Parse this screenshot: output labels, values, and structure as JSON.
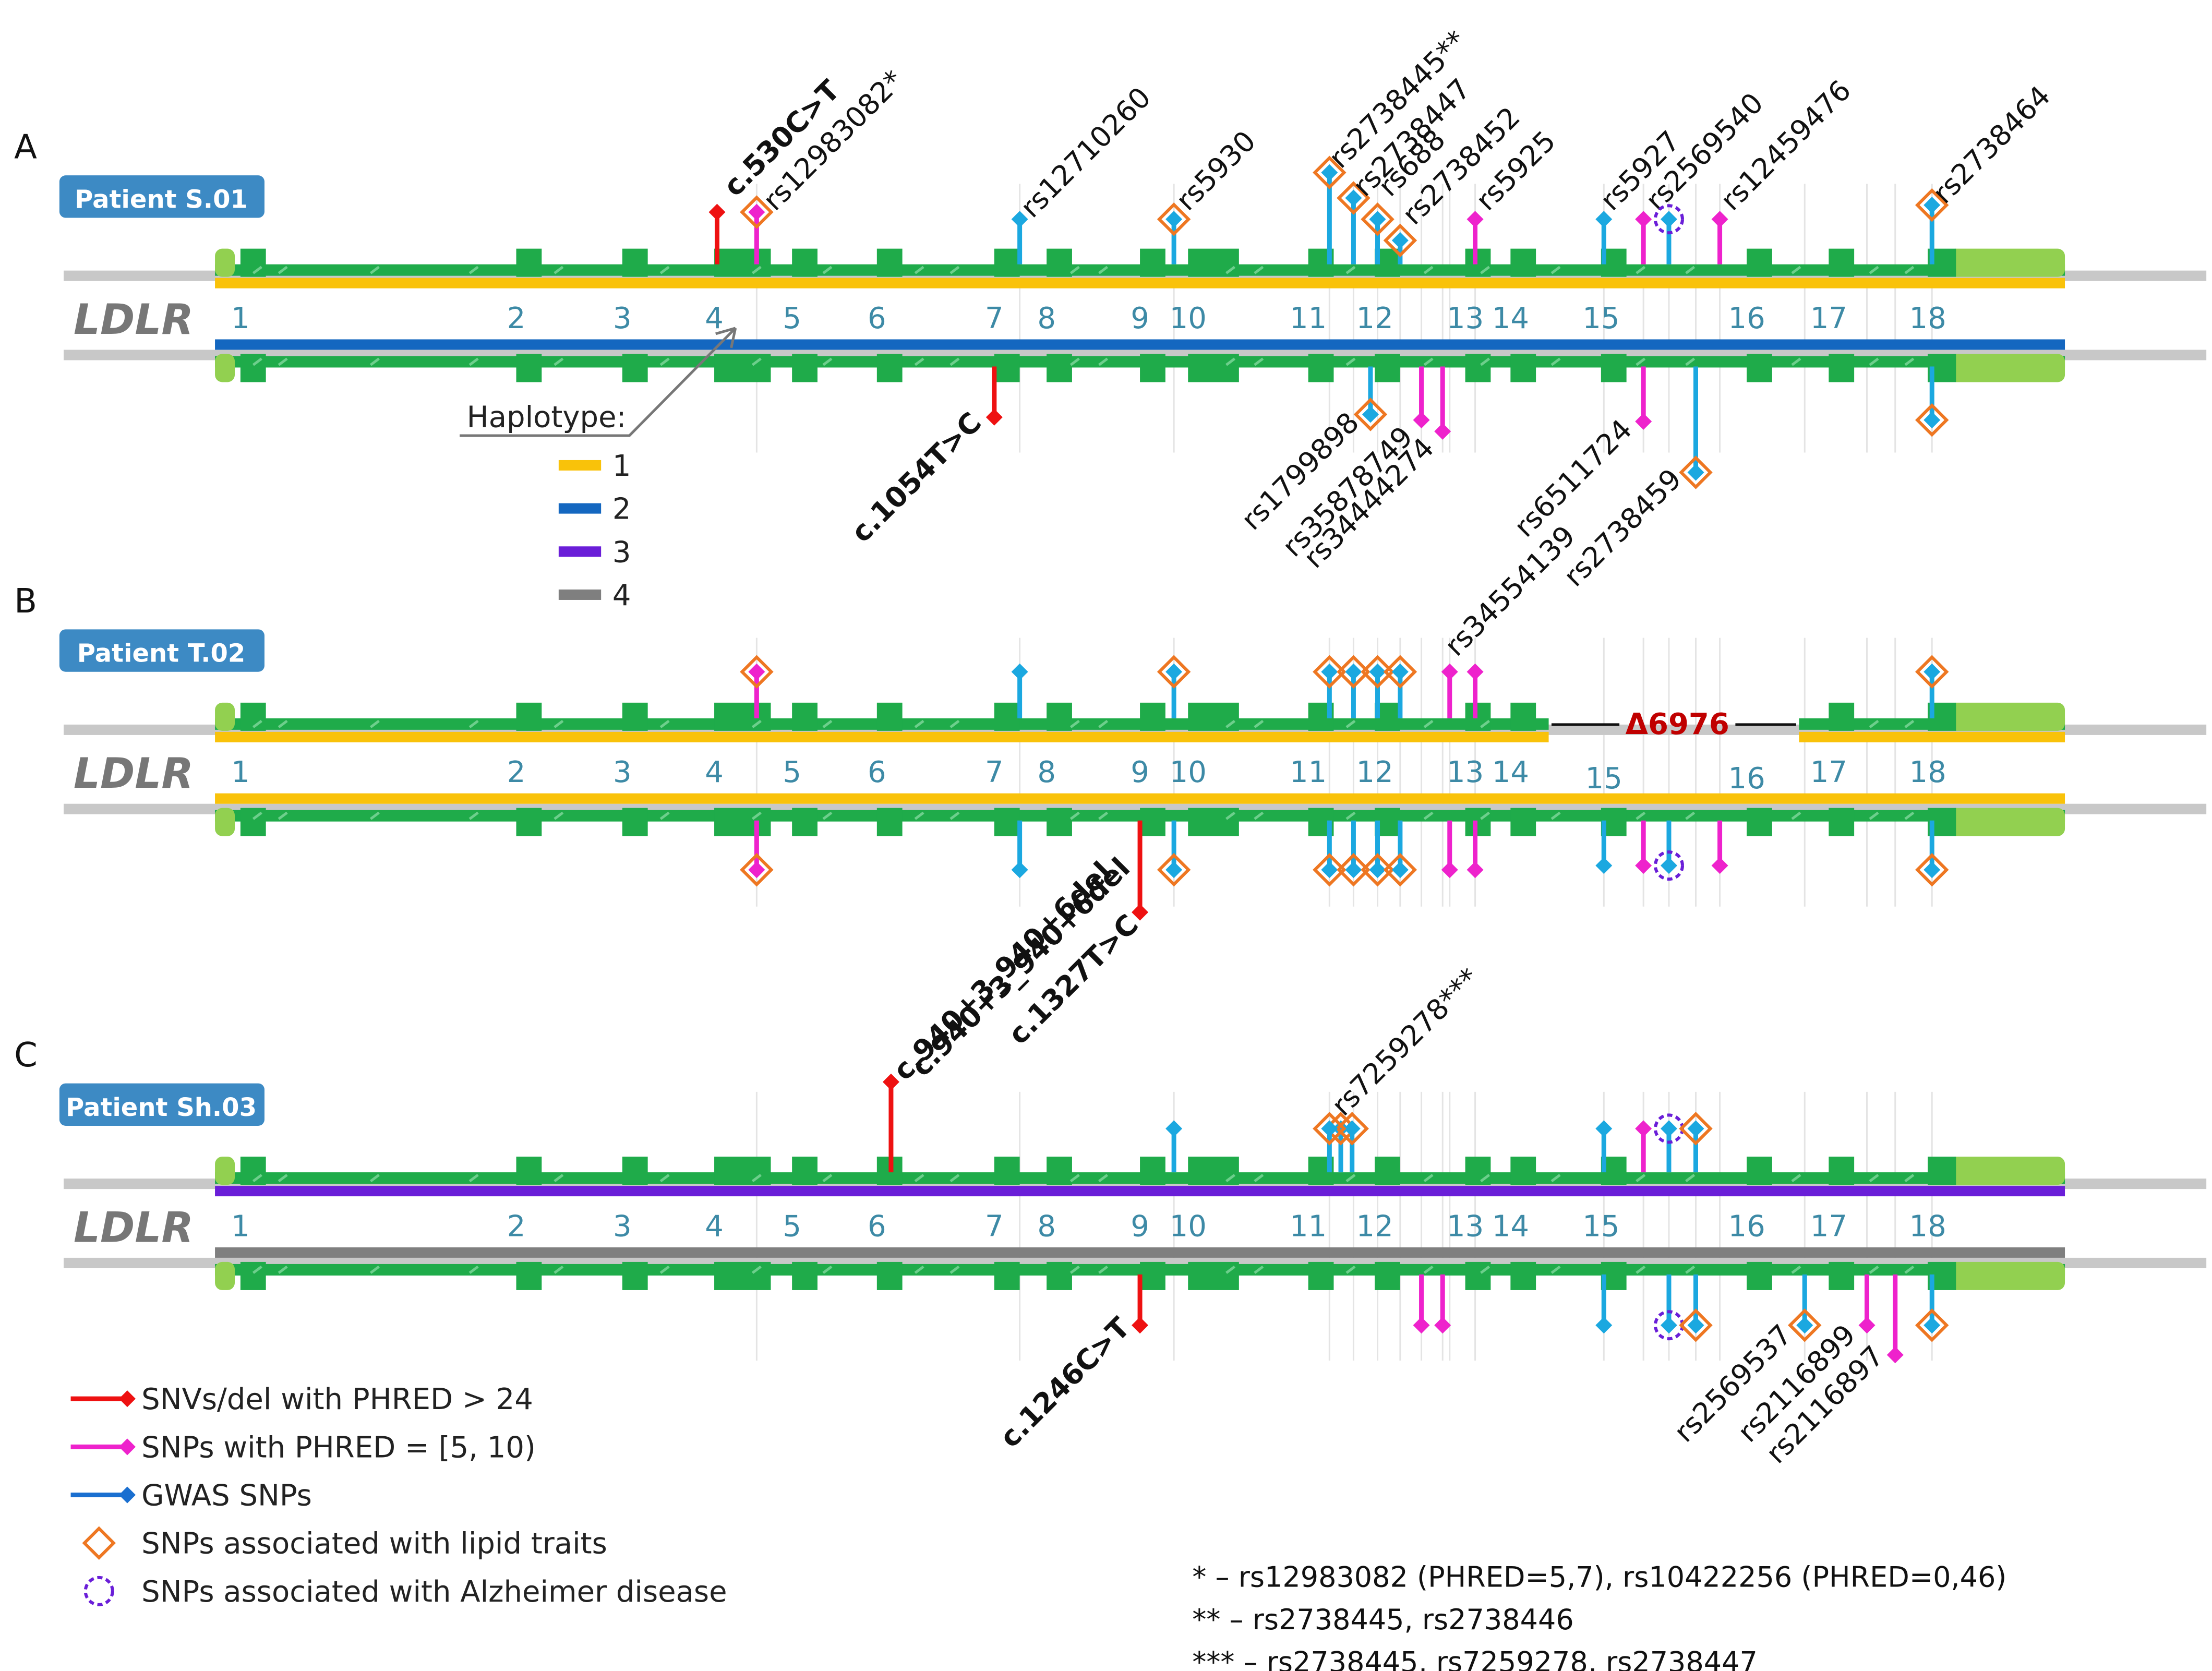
{
  "gene_name": "LDLR",
  "exon_numbers": [
    "1",
    "2",
    "3",
    "4",
    "5",
    "6",
    "7",
    "8",
    "9",
    "10",
    "11",
    "12",
    "13",
    "14",
    "15",
    "16",
    "17",
    "18"
  ],
  "panels": [
    {
      "letter": "A",
      "patient": "Patient S.01",
      "above": [
        {
          "label": "c.530C>T",
          "type": "snv"
        },
        {
          "label": "rs12983082*",
          "type": "phred",
          "lipid": true
        },
        {
          "label": "rs12710260",
          "type": "gwas"
        },
        {
          "label": "rs5930",
          "type": "gwas",
          "lipid": true
        },
        {
          "label": "rs2738445**",
          "type": "gwas",
          "lipid": true
        },
        {
          "label": "rs2738447",
          "type": "gwas",
          "lipid": true
        },
        {
          "label": "rs688",
          "type": "gwas",
          "lipid": true
        },
        {
          "label": "rs2738452",
          "type": "gwas",
          "lipid": true
        },
        {
          "label": "rs5925",
          "type": "phred"
        },
        {
          "label": "rs5927",
          "type": "gwas"
        },
        {
          "label": "rs2569540",
          "type": "phred"
        },
        {
          "label": "",
          "type": "gwas",
          "alz": true
        },
        {
          "label": "rs12459476",
          "type": "phred"
        },
        {
          "label": "rs2738464",
          "type": "gwas",
          "lipid": true
        }
      ],
      "below": [
        {
          "label": "c.1054T>C",
          "type": "snv"
        },
        {
          "label": "rs1799898",
          "type": "gwas",
          "lipid": true
        },
        {
          "label": "rs35878749",
          "type": "phred"
        },
        {
          "label": "rs34444274",
          "type": "phred"
        },
        {
          "label": "rs6511724",
          "type": "phred"
        },
        {
          "label": "rs2738459",
          "type": "gwas",
          "lipid": true
        },
        {
          "label": "",
          "type": "gwas",
          "lipid": true
        }
      ]
    },
    {
      "letter": "B",
      "patient": "Patient T.02",
      "deletion_label": "Δ6976",
      "above": [
        {
          "label": "rs34554139",
          "type": "phred"
        }
      ],
      "below": [
        {
          "label": "c.940+3_940+6del",
          "type": "snv"
        },
        {
          "label": "c.1327T>C",
          "type": "snv"
        }
      ]
    },
    {
      "letter": "C",
      "patient": "Patient Sh.03",
      "above": [
        {
          "label": "c.940+3_940+6del",
          "type": "snv"
        },
        {
          "label": "rs7259278***",
          "type": "gwas",
          "lipid": true
        }
      ],
      "below": [
        {
          "label": "c.1246C>T",
          "type": "snv"
        },
        {
          "label": "rs2569537",
          "type": "gwas",
          "lipid": true
        },
        {
          "label": "rs2116899",
          "type": "phred"
        },
        {
          "label": "rs2116897",
          "type": "phred"
        }
      ]
    }
  ],
  "haplotype_legend": {
    "title": "Haplotype:",
    "items": [
      {
        "label": "1",
        "color": "#f9c20a"
      },
      {
        "label": "2",
        "color": "#1467c0"
      },
      {
        "label": "3",
        "color": "#6a1ed8"
      },
      {
        "label": "4",
        "color": "#7f7f7f"
      }
    ]
  },
  "legend": [
    {
      "label": "SNVs/del with PHRED > 24",
      "kind": "snv",
      "color": "#ee1111"
    },
    {
      "label": "SNPs with PHRED = [5, 10)",
      "kind": "phred",
      "color": "#ee22cc"
    },
    {
      "label": "GWAS SNPs",
      "kind": "gwas",
      "color": "#1a6fd0"
    },
    {
      "label": "SNPs associated with lipid traits",
      "kind": "lipid",
      "color": "#ee7722"
    },
    {
      "label": "SNPs associated with Alzheimer disease",
      "kind": "alz",
      "color": "#6a1ed8"
    }
  ],
  "footnotes": [
    "* – rs12983082 (PHRED=5,7), rs10422256 (PHRED=0,46)",
    "** – rs2738445, rs2738446",
    "*** – rs2738445, rs7259278, rs2738447"
  ],
  "colors": {
    "gene_body": "#1fab4a",
    "utr": "#92d050",
    "backbone": "#c8c8c8",
    "patient_box": "#3d8ac4",
    "snv": "#ee1111",
    "phred": "#ee22cc",
    "gwas": "#1ba8e0",
    "lipid": "#ee7722",
    "alz": "#6a1ed8"
  }
}
